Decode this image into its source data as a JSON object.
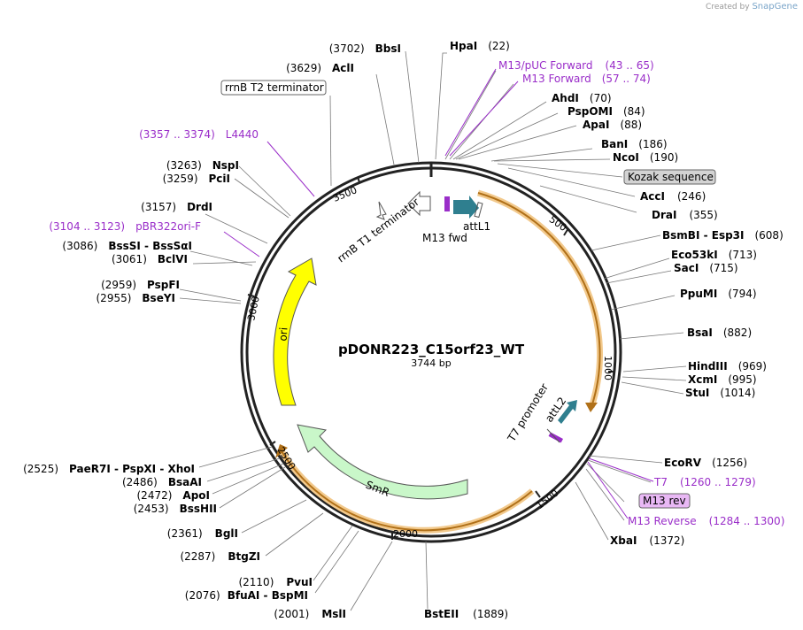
{
  "credit": {
    "prefix": "Created by",
    "brand": "SnapGene"
  },
  "plasmid": {
    "name": "pDONR223_C15orf23_WT",
    "length": 3744,
    "length_label": "3744 bp"
  },
  "colors": {
    "backbone": "#222222",
    "feature_purple": "#9a2ec9",
    "ori": "#ffff00",
    "smr": "#c9f7c9",
    "attl": "#2f7f8f",
    "orange": "#e8a64a",
    "text": "#000000"
  },
  "ticks": [
    "500",
    "1000",
    "1500",
    "2000",
    "2500",
    "3000",
    "3500"
  ],
  "features": [
    {
      "name": "ori",
      "type": "arrow"
    },
    {
      "name": "SmR",
      "type": "arrow"
    },
    {
      "name": "attL1",
      "type": "small-arrow"
    },
    {
      "name": "attL2",
      "type": "small-arrow"
    },
    {
      "name": "M13 fwd",
      "type": "primer"
    },
    {
      "name": "rrnB T1 terminator",
      "type": "terminator"
    },
    {
      "name": "T7 promoter",
      "type": "promoter"
    }
  ],
  "sites": [
    {
      "name": "HpaI",
      "pos": "(22)"
    },
    {
      "name": "M13/pUC Forward",
      "pos": "(43 .. 65)"
    },
    {
      "name": "M13 Forward",
      "pos": "(57 .. 74)"
    },
    {
      "name": "AhdI",
      "pos": "(70)"
    },
    {
      "name": "PspOMI",
      "pos": "(84)"
    },
    {
      "name": "ApaI",
      "pos": "(88)"
    },
    {
      "name": "BanI",
      "pos": "(186)"
    },
    {
      "name": "NcoI",
      "pos": "(190)"
    },
    {
      "name": "Kozak sequence",
      "pos": ""
    },
    {
      "name": "AccI",
      "pos": "(246)"
    },
    {
      "name": "DraI",
      "pos": "(355)"
    },
    {
      "name": "BsmBI - Esp3I",
      "pos": "(608)"
    },
    {
      "name": "Eco53kI",
      "pos": "(713)"
    },
    {
      "name": "SacI",
      "pos": "(715)"
    },
    {
      "name": "PpuMI",
      "pos": "(794)"
    },
    {
      "name": "BsaI",
      "pos": "(882)"
    },
    {
      "name": "HindIII",
      "pos": "(969)"
    },
    {
      "name": "XcmI",
      "pos": "(995)"
    },
    {
      "name": "StuI",
      "pos": "(1014)"
    },
    {
      "name": "EcoRV",
      "pos": "(1256)"
    },
    {
      "name": "T7",
      "pos": "(1260 .. 1279)"
    },
    {
      "name": "M13 rev",
      "pos": ""
    },
    {
      "name": "M13 Reverse",
      "pos": "(1284 .. 1300)"
    },
    {
      "name": "XbaI",
      "pos": "(1372)"
    },
    {
      "name": "BstEII",
      "pos": "(1889)"
    },
    {
      "name": "MslI",
      "pos": "(2001)"
    },
    {
      "name": "BfuAI - BspMI",
      "pos": "(2076)"
    },
    {
      "name": "PvuI",
      "pos": "(2110)"
    },
    {
      "name": "BtgZI",
      "pos": "(2287)"
    },
    {
      "name": "BglI",
      "pos": "(2361)"
    },
    {
      "name": "BssHII",
      "pos": "(2453)"
    },
    {
      "name": "ApoI",
      "pos": "(2472)"
    },
    {
      "name": "BsaAI",
      "pos": "(2486)"
    },
    {
      "name": "PaeR7I - PspXI - XhoI",
      "pos": "(2525)"
    },
    {
      "name": "PspFI",
      "pos": "(2959)"
    },
    {
      "name": "BseYI",
      "pos": "(2955)"
    },
    {
      "name": "BclVI",
      "pos": "(3061)"
    },
    {
      "name": "BssSI - BssSαI",
      "pos": "(3086)"
    },
    {
      "name": "pBR322ori-F",
      "pos": "(3104 .. 3123)"
    },
    {
      "name": "DrdI",
      "pos": "(3157)"
    },
    {
      "name": "PciI",
      "pos": "(3259)"
    },
    {
      "name": "NspI",
      "pos": "(3263)"
    },
    {
      "name": "L4440",
      "pos": "(3357 .. 3374)"
    },
    {
      "name": "rrnB T2 terminator",
      "pos": ""
    },
    {
      "name": "AclI",
      "pos": "(3629)"
    },
    {
      "name": "BbsI",
      "pos": "(3702)"
    }
  ]
}
